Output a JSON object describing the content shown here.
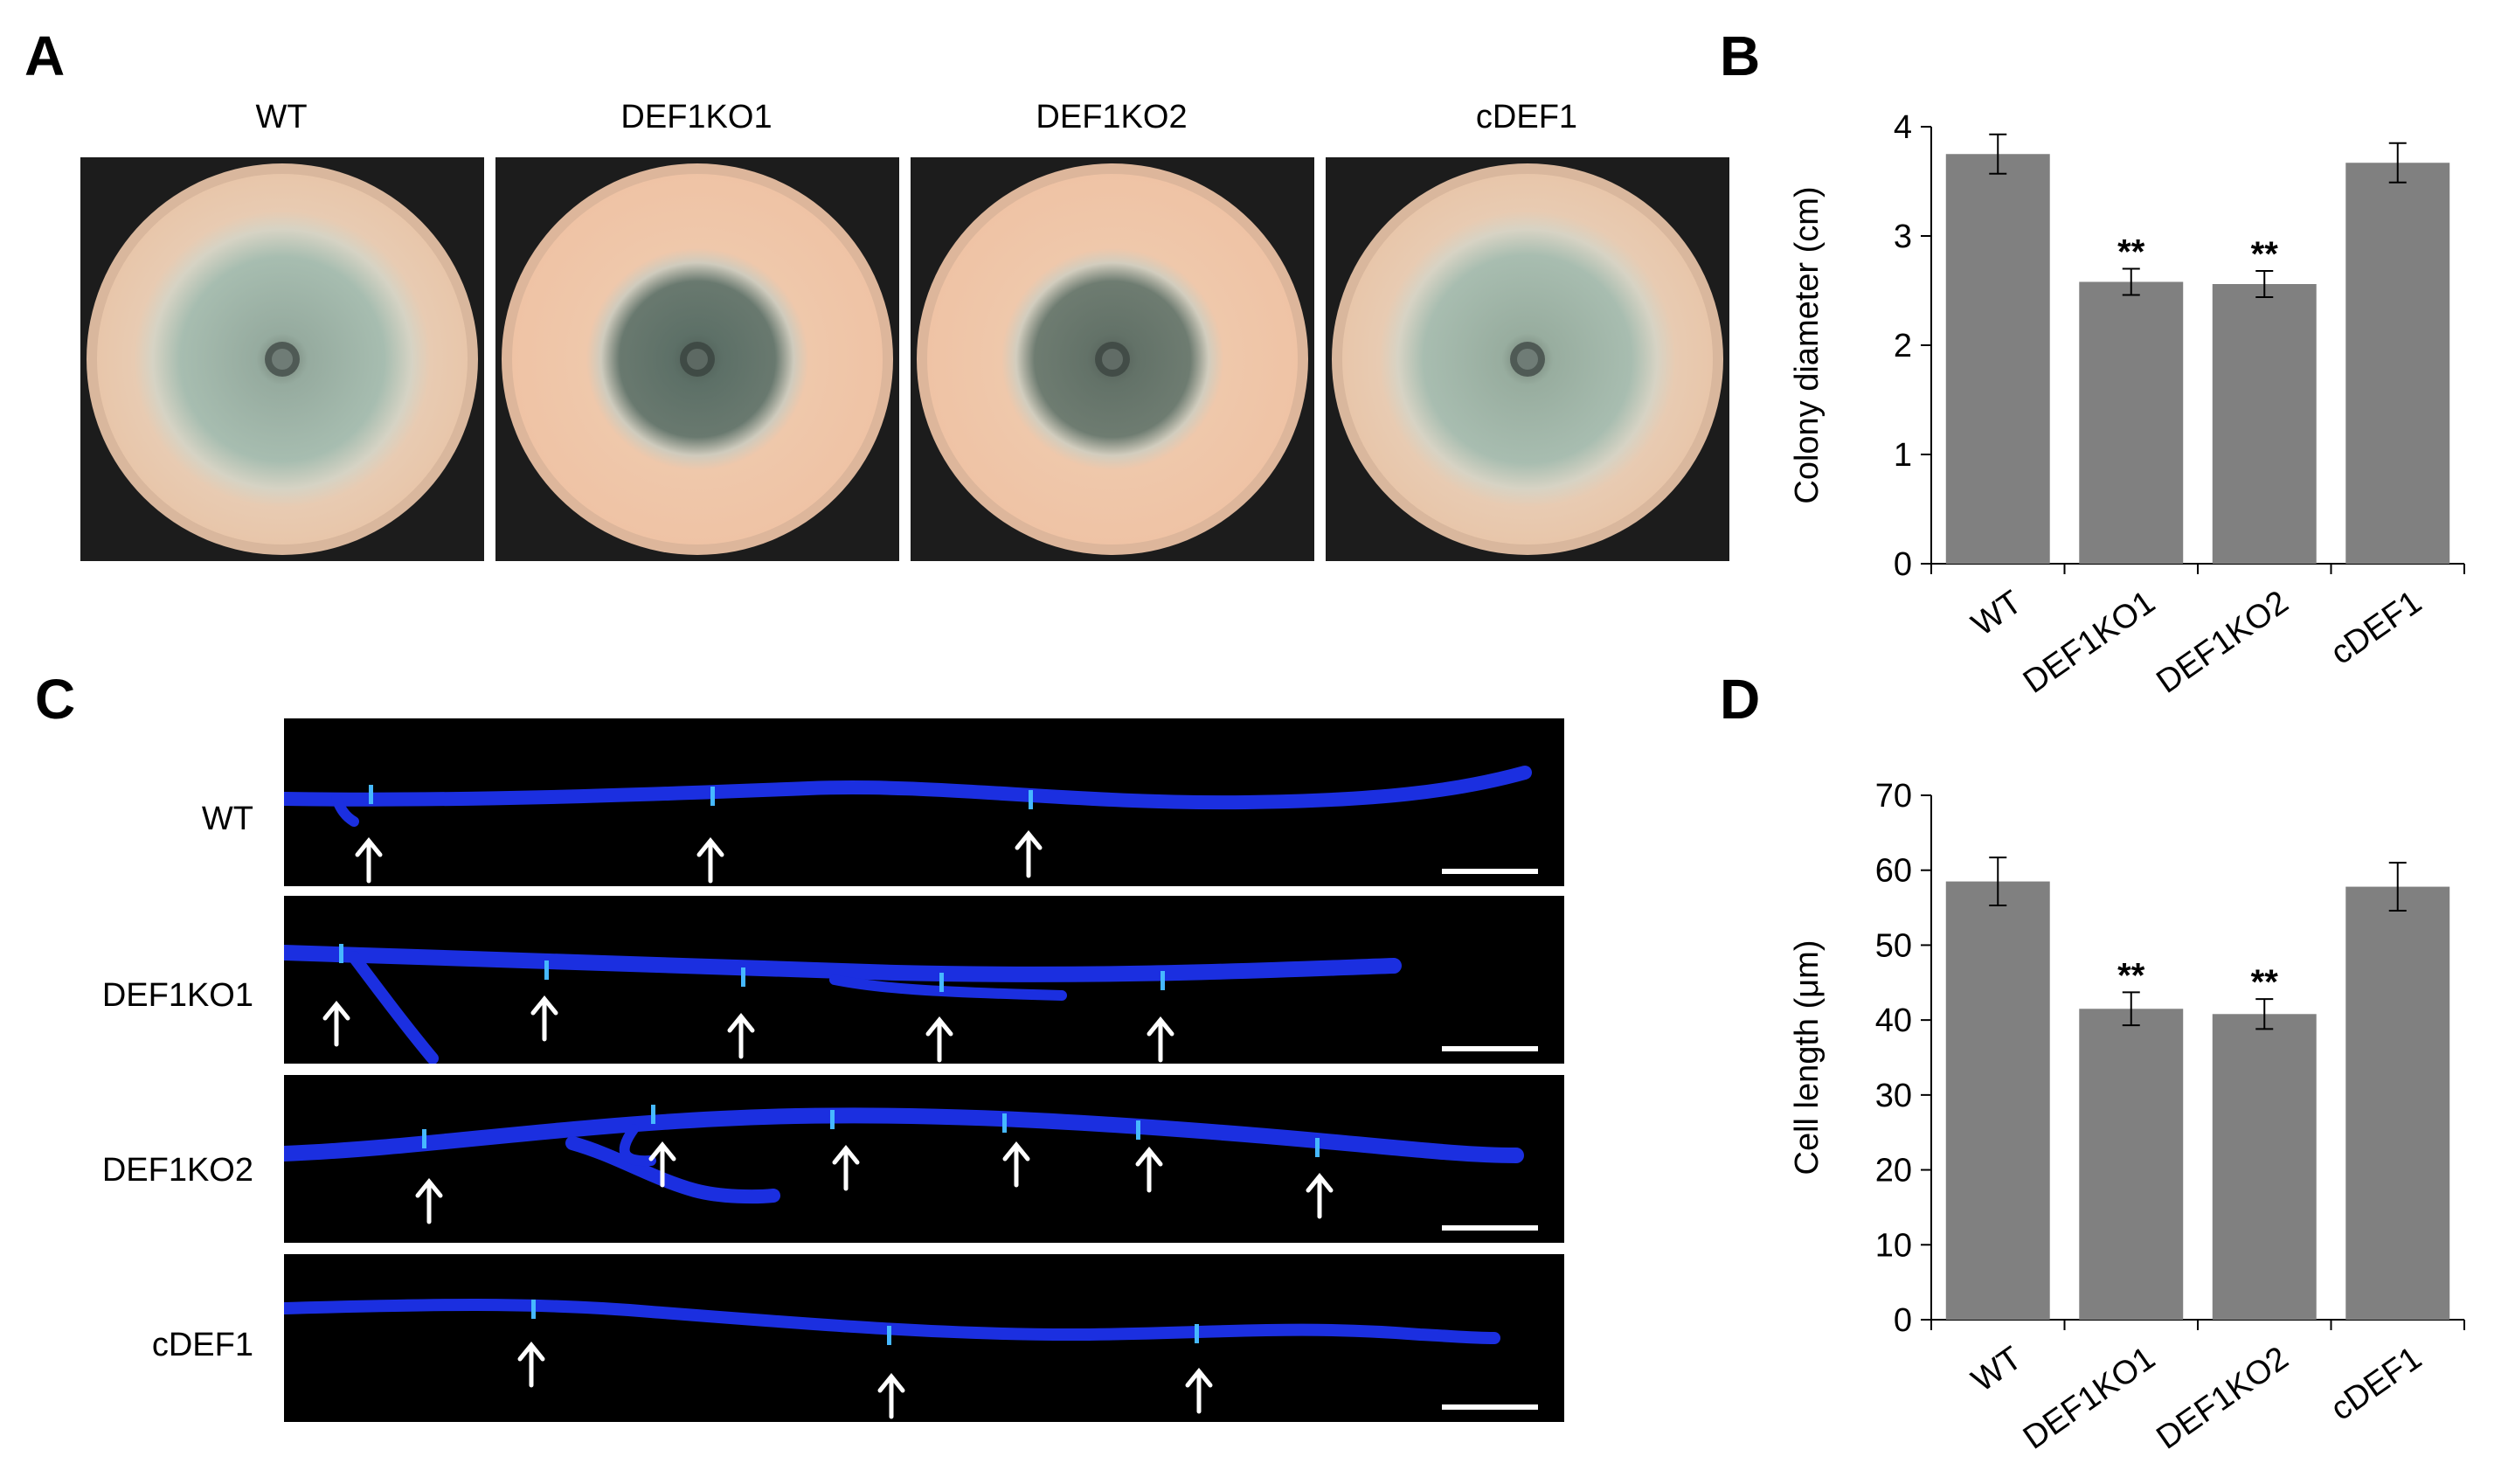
{
  "panels": {
    "a": "A",
    "b": "B",
    "c": "C",
    "d": "D"
  },
  "plates": [
    "WT",
    "DEF1KO1",
    "DEF1KO2",
    "cDEF1"
  ],
  "plate_colors": [
    "#9fb8ab",
    "#62766b",
    "#68786d",
    "#a2b9ac"
  ],
  "rows": [
    "WT",
    "DEF1KO1",
    "DEF1KO2",
    "cDEF1"
  ],
  "chart_data": [
    {
      "type": "bar",
      "panel": "B",
      "categories": [
        "WT",
        "DEF1KO1",
        "DEF1KO2",
        "cDEF1"
      ],
      "values": [
        3.75,
        2.58,
        2.56,
        3.67
      ],
      "errors": [
        0.18,
        0.12,
        0.12,
        0.18
      ],
      "annotations": [
        "",
        "**",
        "**",
        ""
      ],
      "ylabel": "Colony diameter (cm)",
      "ylim": [
        0,
        4
      ],
      "yticks": [
        "0",
        "1",
        "2",
        "3",
        "4"
      ],
      "bar_color": "#808080",
      "grid": false
    },
    {
      "type": "bar",
      "panel": "D",
      "categories": [
        "WT",
        "DEF1KO1",
        "DEF1KO2",
        "cDEF1"
      ],
      "values": [
        58.5,
        41.5,
        40.8,
        57.8
      ],
      "errors": [
        3.2,
        2.2,
        2.0,
        3.2
      ],
      "annotations": [
        "",
        "**",
        "**",
        ""
      ],
      "ylabel": "Cell length (μm)",
      "ylim": [
        0,
        70
      ],
      "yticks": [
        "0",
        "10",
        "20",
        "30",
        "40",
        "50",
        "60",
        "70"
      ],
      "bar_color": "#808080",
      "grid": false
    }
  ]
}
